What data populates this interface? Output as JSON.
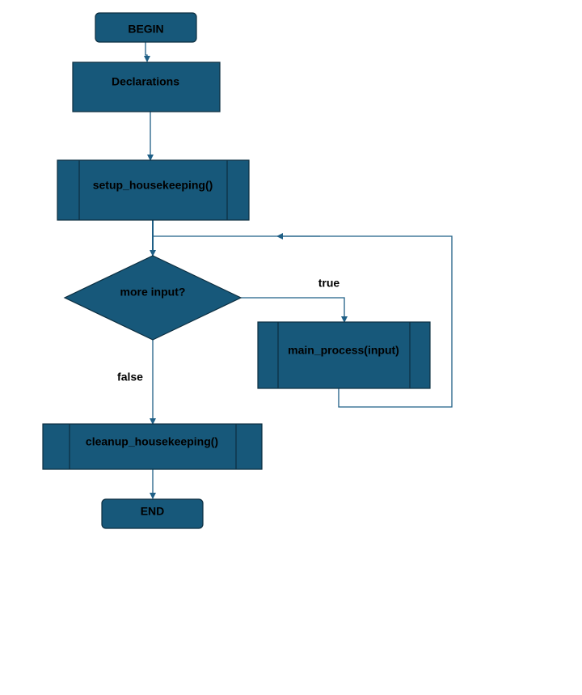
{
  "colors": {
    "node_fill": "#17587a",
    "node_stroke": "#0c2e40",
    "connector": "#1f5f86",
    "text": "#000000",
    "background": "#ffffff"
  },
  "nodes": {
    "begin": "BEGIN",
    "declarations": "Declarations",
    "setup": "setup_housekeeping()",
    "decision": "more input?",
    "main_process": "main_process(input)",
    "cleanup": "cleanup_housekeeping()",
    "end": "END"
  },
  "edges": {
    "true_label": "true",
    "false_label": "false"
  }
}
